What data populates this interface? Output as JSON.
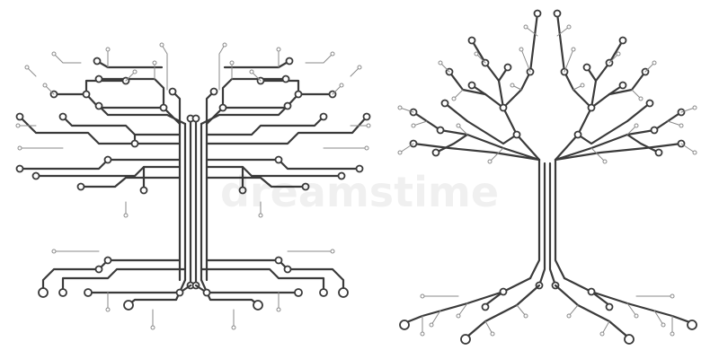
{
  "image": {
    "background": "#ffffff",
    "trace_color": "#3a3a3a",
    "thin_trace_color": "#8a8a8a",
    "node_fill": "#ffffff"
  },
  "illustrations": [
    {
      "name": "square-circuit-tree",
      "style": "rectilinear"
    },
    {
      "name": "round-circuit-tree",
      "style": "organic"
    }
  ],
  "watermark": {
    "text": "dreamstime",
    "opacity": 0.1
  }
}
